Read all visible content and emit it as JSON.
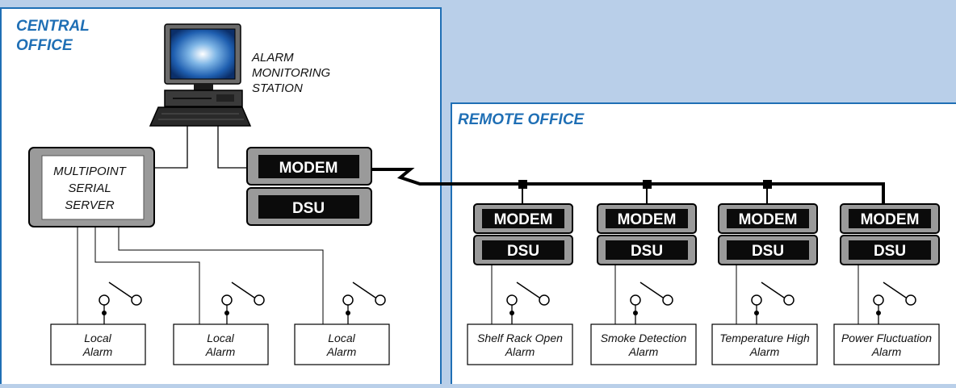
{
  "central": {
    "title_line1": "CENTRAL",
    "title_line2": "OFFICE",
    "station_line1": "ALARM",
    "station_line2": "MONITORING",
    "station_line3": "STATION",
    "server_line1": "MULTIPOINT",
    "server_line2": "SERIAL",
    "server_line3": "SERVER",
    "modem_label": "MODEM",
    "dsu_label": "DSU",
    "local_alarms": [
      {
        "line1": "Local",
        "line2": "Alarm"
      },
      {
        "line1": "Local",
        "line2": "Alarm"
      },
      {
        "line1": "Local",
        "line2": "Alarm"
      }
    ]
  },
  "remote": {
    "title": "REMOTE OFFICE",
    "units": [
      {
        "modem": "MODEM",
        "dsu": "DSU",
        "alarm_line1": "Shelf Rack Open",
        "alarm_line2": "Alarm"
      },
      {
        "modem": "MODEM",
        "dsu": "DSU",
        "alarm_line1": "Smoke Detection",
        "alarm_line2": "Alarm"
      },
      {
        "modem": "MODEM",
        "dsu": "DSU",
        "alarm_line1": "Temperature High",
        "alarm_line2": "Alarm"
      },
      {
        "modem": "MODEM",
        "dsu": "DSU",
        "alarm_line1": "Power Fluctuation",
        "alarm_line2": "Alarm"
      }
    ]
  },
  "colors": {
    "background": "#b9cfe9",
    "office_border": "#1f6fb5",
    "title": "#1f6fb5",
    "device_fill": "#9a9a9a",
    "label_box": "#0b0b0b"
  }
}
